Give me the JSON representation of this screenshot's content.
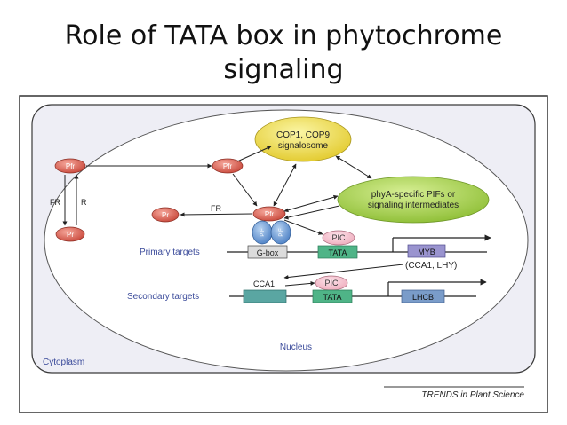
{
  "slide": {
    "title_line1": "Role of TATA box in phytochrome",
    "title_line2": "signaling"
  },
  "figure": {
    "cytoplasm_label": "Cytoplasm",
    "nucleus_label": "Nucleus",
    "source_credit": "TRENDS in Plant Science",
    "cop_line1": "COP1, COP9",
    "cop_line2": "signalosome",
    "phya_line1": "phyA-specific PIFs or",
    "phya_line2": "signaling intermediates",
    "pfr": "Pfr",
    "pr": "Pr",
    "fr": "FR",
    "r": "R",
    "pif": "PIF",
    "pic": "PIC",
    "primary_targets": "Primary targets",
    "secondary_targets": "Secondary targets",
    "gbox": "G-box",
    "tata": "TATA",
    "myb": "MYB",
    "cca1_lhy": "(CCA1, LHY)",
    "cca1": "CCA1",
    "lhcb": "LHCB"
  },
  "colors": {
    "pfr_red": "#e0685a",
    "cytoplasm_bg": "#efeff6",
    "nucleus_bg": "#ffffff",
    "cop_yellow": "#f1e247",
    "phya_green": "#a8d04a",
    "pif_blue": "#6f9fd6",
    "tata_green": "#4fb487",
    "gbox_gray": "#d9d9d9",
    "myb_purple": "#9a94cf",
    "lhcb_blue": "#7a9cc9",
    "label_blue": "#3a4a9a"
  }
}
